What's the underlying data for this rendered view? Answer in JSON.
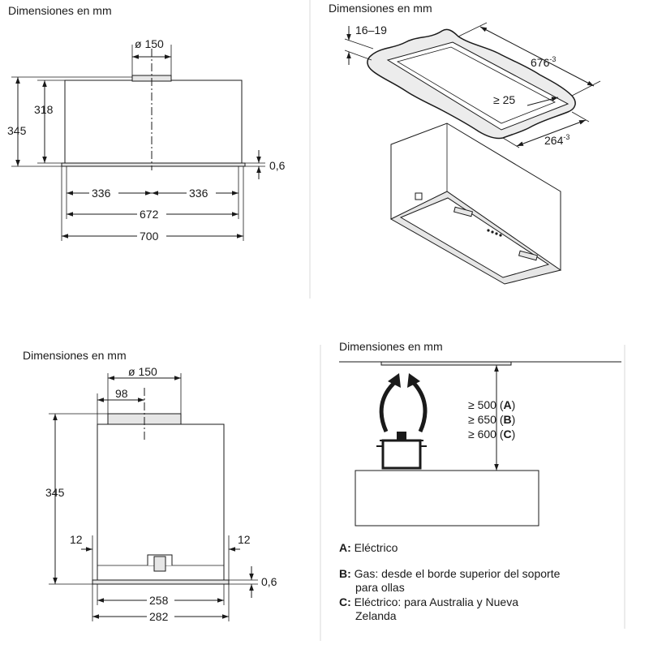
{
  "front_view": {
    "title": "Dimensiones en mm",
    "duct_diameter": "ø 150",
    "height_total": "345",
    "height_body": "318",
    "trim": "0,6",
    "half_left": "336",
    "half_right": "336",
    "width_inner": "672",
    "width_outer": "700"
  },
  "installation_view": {
    "title": "Dimensiones en mm",
    "cabinet_depth": "16–19",
    "cutout_width": "676",
    "cutout_width_tolerance": "-3",
    "cutout_depth": "264",
    "cutout_depth_tolerance": "-3",
    "edge_distance": "≥ 25"
  },
  "side_view": {
    "title": "Dimensiones en mm",
    "duct_diameter": "ø 150",
    "duct_offset": "98",
    "height_total": "345",
    "margin_left": "12",
    "margin_right": "12",
    "trim": "0,6",
    "depth_inner": "258",
    "depth_outer": "282"
  },
  "cooktop_view": {
    "title": "Dimensiones en mm",
    "distances": [
      {
        "value": "≥ 500",
        "letter": "A"
      },
      {
        "value": "≥ 650",
        "letter": "B"
      },
      {
        "value": "≥ 600",
        "letter": "C"
      }
    ],
    "legend": [
      {
        "key": "A:",
        "lines": [
          "Eléctrico"
        ]
      },
      {
        "key": "B:",
        "lines": [
          "Gas: desde el borde superior del soporte",
          "para ollas"
        ]
      },
      {
        "key": "C:",
        "lines": [
          "Eléctrico: para Australia y Nueva",
          "Zelanda"
        ]
      }
    ]
  }
}
